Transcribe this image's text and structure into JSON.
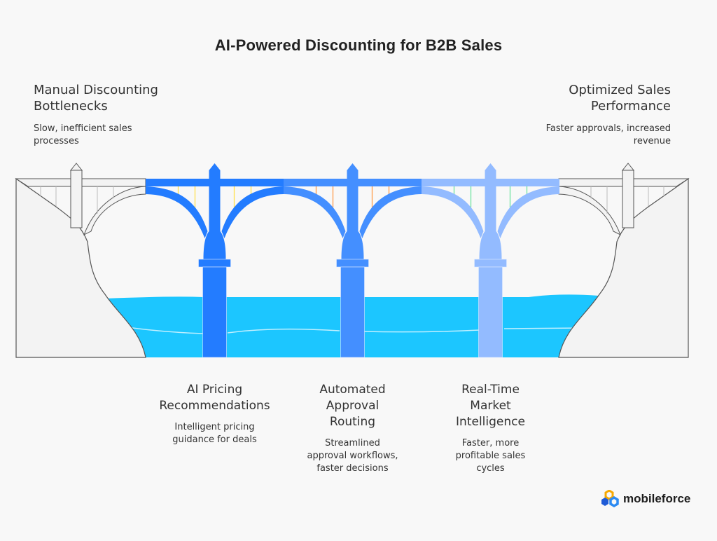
{
  "title": "AI-Powered Discounting for B2B Sales",
  "start": {
    "title": "Manual Discounting\nBottlenecks",
    "description": "Slow, inefficient sales\nprocesses"
  },
  "end": {
    "title": "Optimized Sales\nPerformance",
    "description": "Faster approvals, increased\nrevenue"
  },
  "stages": [
    {
      "title": "AI Pricing\nRecommendations",
      "description": "Intelligent pricing\nguidance for deals",
      "color": "#237cff",
      "cable_color": "#ffe14d"
    },
    {
      "title": "Automated\nApproval\nRouting",
      "description": "Streamlined\napproval workflows,\nfaster decisions",
      "color": "#448fff",
      "cable_color": "#ff9c4a"
    },
    {
      "title": "Real-Time\nMarket\nIntelligence",
      "description": "Faster, more\nprofitable sales\ncycles",
      "color": "#93bbff",
      "cable_color": "#6fe3a0"
    }
  ],
  "colors": {
    "background": "#f8f8f8",
    "water": "#1cc6ff",
    "abutment": "#f3f3f3",
    "outline": "#555555"
  },
  "logo": {
    "text": "mobileforce",
    "icon": "mobileforce-logo-icon"
  }
}
